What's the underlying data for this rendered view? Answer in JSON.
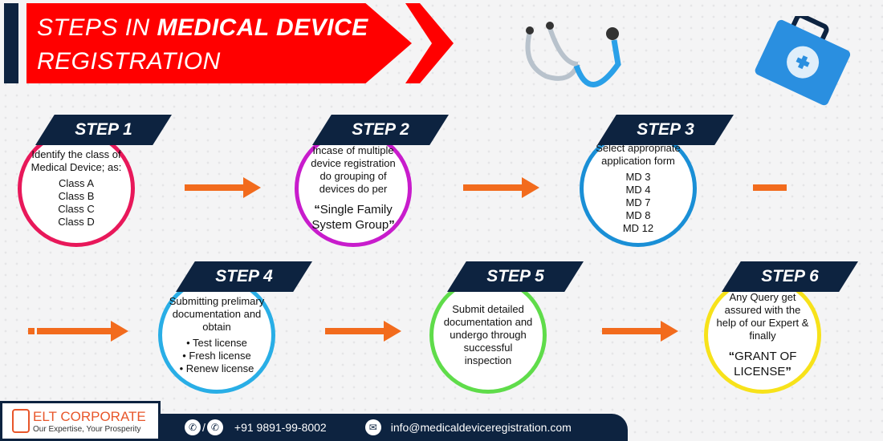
{
  "header": {
    "title_light": "STEPS IN ",
    "title_bold": "MEDICAL DEVICE",
    "title_line2": "REGISTRATION"
  },
  "steps": [
    {
      "label": "STEP 1",
      "lines": [
        "Identify the class of Medical Device; as:",
        "Class A",
        "Class B",
        "Class C",
        "Class D"
      ],
      "color": "#e8185a"
    },
    {
      "label": "STEP 2",
      "lines": [
        "Incase of multiple device registration do grouping of devices do per"
      ],
      "quote": "Single Family System Group",
      "color": "#c81ccc"
    },
    {
      "label": "STEP 3",
      "lines": [
        "Select appropriate application form",
        "MD 3",
        "MD 4",
        "MD 7",
        "MD 8",
        "MD 12"
      ],
      "color": "#1a8fd6"
    },
    {
      "label": "STEP 4",
      "lines": [
        "Submitting prelimary documentation and obtain",
        "• Test license",
        "• Fresh license",
        "• Renew license"
      ],
      "color": "#29aee6"
    },
    {
      "label": "STEP 5",
      "lines": [
        "Submit detailed documentation and undergo through successful inspection"
      ],
      "color": "#5fdc4a"
    },
    {
      "label": "STEP 6",
      "lines": [
        "Any Query get assured with the help of our Expert & finally"
      ],
      "quote": "GRANT OF LICENSE",
      "color": "#f7e21a"
    }
  ],
  "footer": {
    "brand": "ELT CORPORATE",
    "tagline": "Our Expertise, Your Prosperity",
    "phone": "+91 9891-99-8002",
    "email": "info@medicaldeviceregistration.com"
  }
}
